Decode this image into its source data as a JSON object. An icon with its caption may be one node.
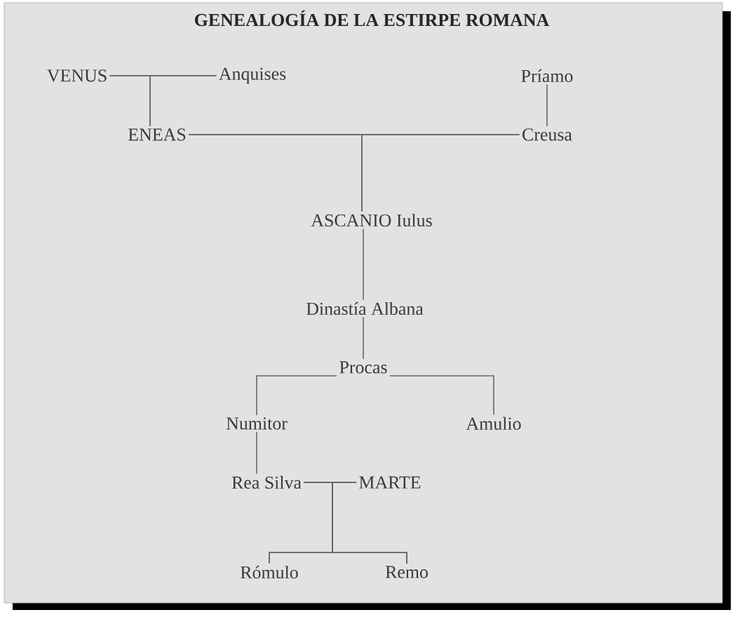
{
  "diagram": {
    "title": "GENEALOGÍA DE LA ESTIRPE ROMANA",
    "nodes": [
      {
        "text": [
          "VENUS"
        ]
      },
      {
        "text": [
          "Anquises"
        ]
      },
      {
        "text": [
          "Príamo"
        ]
      },
      {
        "text": [
          "ENEAS"
        ]
      },
      {
        "text": [
          "Creusa"
        ]
      },
      {
        "text": [
          "ASCANIO Iulus"
        ]
      },
      {
        "text": [
          "Dinastía Albana"
        ]
      },
      {
        "text": [
          "Procas"
        ]
      },
      {
        "text": [
          "Numitor"
        ]
      },
      {
        "text": [
          "Amulio"
        ]
      },
      {
        "text": [
          "Rea Silva"
        ]
      },
      {
        "text": [
          "MARTE"
        ]
      },
      {
        "text": [
          "Rómulo"
        ]
      },
      {
        "text": [
          "Remo"
        ]
      }
    ],
    "edges": [
      {
        "from": 0,
        "to": 1,
        "arrow": "none"
      },
      {
        "from": 0,
        "to": 3,
        "arrow": "none"
      },
      {
        "from": 1,
        "to": 3,
        "arrow": "none"
      },
      {
        "from": 3,
        "to": 4,
        "arrow": "none"
      },
      {
        "from": 2,
        "to": 4,
        "arrow": "none"
      },
      {
        "from": 3,
        "to": 5,
        "arrow": "none"
      },
      {
        "from": 4,
        "to": 5,
        "arrow": "none"
      },
      {
        "from": 5,
        "to": 6,
        "arrow": "none"
      },
      {
        "from": 6,
        "to": 7,
        "arrow": "none"
      },
      {
        "from": 7,
        "to": 8,
        "arrow": "none"
      },
      {
        "from": 7,
        "to": 9,
        "arrow": "none"
      },
      {
        "from": 8,
        "to": 10,
        "arrow": "none"
      },
      {
        "from": 10,
        "to": 11,
        "arrow": "none"
      },
      {
        "from": 10,
        "to": 12,
        "arrow": "none"
      },
      {
        "from": 11,
        "to": 12,
        "arrow": "none"
      },
      {
        "from": 10,
        "to": 13,
        "arrow": "none"
      },
      {
        "from": 11,
        "to": 13,
        "arrow": "none"
      }
    ]
  }
}
